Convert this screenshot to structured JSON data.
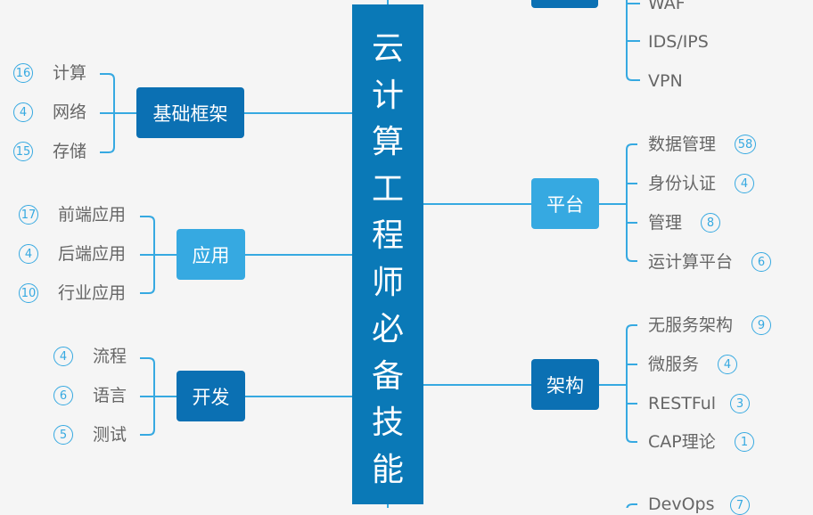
{
  "center_title": [
    "云",
    "计",
    "算",
    "工",
    "程",
    "师",
    "必",
    "备",
    "技",
    "能"
  ],
  "left_branches": [
    {
      "label": "基础框架",
      "children": [
        {
          "label": "计算",
          "count": "16"
        },
        {
          "label": "网络",
          "count": "4"
        },
        {
          "label": "存储",
          "count": "15"
        }
      ]
    },
    {
      "label": "应用",
      "children": [
        {
          "label": "前端应用",
          "count": "17"
        },
        {
          "label": "后端应用",
          "count": "4"
        },
        {
          "label": "行业应用",
          "count": "10"
        }
      ]
    },
    {
      "label": "开发",
      "children": [
        {
          "label": "流程",
          "count": "4"
        },
        {
          "label": "语言",
          "count": "6"
        },
        {
          "label": "测试",
          "count": "5"
        }
      ]
    }
  ],
  "right_branches": [
    {
      "label": "",
      "children": [
        {
          "label": "WAF"
        },
        {
          "label": "IDS/IPS"
        },
        {
          "label": "VPN"
        }
      ]
    },
    {
      "label": "平台",
      "children": [
        {
          "label": "数据管理",
          "count": "58"
        },
        {
          "label": "身份认证",
          "count": "4"
        },
        {
          "label": "管理",
          "count": "8"
        },
        {
          "label": "运计算平台",
          "count": "6"
        }
      ]
    },
    {
      "label": "架构",
      "children": [
        {
          "label": "无服务架构",
          "count": "9"
        },
        {
          "label": "微服务",
          "count": "4"
        },
        {
          "label": "RESTFul",
          "count": "3"
        },
        {
          "label": "CAP理论",
          "count": "1"
        }
      ]
    },
    {
      "label": "",
      "children": [
        {
          "label": "DevOps",
          "count": "7"
        }
      ]
    }
  ],
  "colors": {
    "center": "#0a79b7",
    "topic_dark": "#0b70b3",
    "topic_light": "#36a9e1",
    "line": "#36a9e1",
    "leaf_text": "#666666"
  }
}
